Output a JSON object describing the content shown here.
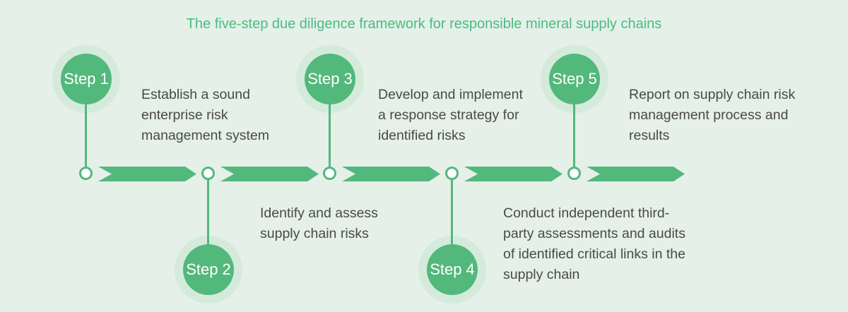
{
  "title": "The five-step due diligence framework for responsible mineral supply chains",
  "theme": {
    "background": "#e4f0e8",
    "accent_green": "#53b87c",
    "halo_green": "#d4ebdc",
    "title_green": "#4bbc80",
    "text_dark": "#4a4a4a",
    "node_fill": "#ffffff"
  },
  "steps": [
    {
      "label": "Step 1",
      "position": "top",
      "description": "Establish a sound\nenterprise risk\nmanagement system"
    },
    {
      "label": "Step 2",
      "position": "bottom",
      "description": "Identify and assess\nsupply chain risks"
    },
    {
      "label": "Step 3",
      "position": "top",
      "description": "Develop and implement\na response strategy for\nidentified risks"
    },
    {
      "label": "Step 4",
      "position": "bottom",
      "description": "Conduct independent third-\nparty assessments and audits\nof identified critical links in the\nsupply chain"
    },
    {
      "label": "Step 5",
      "position": "top",
      "description": "Report on supply chain risk\nmanagement process and\nresults"
    }
  ]
}
